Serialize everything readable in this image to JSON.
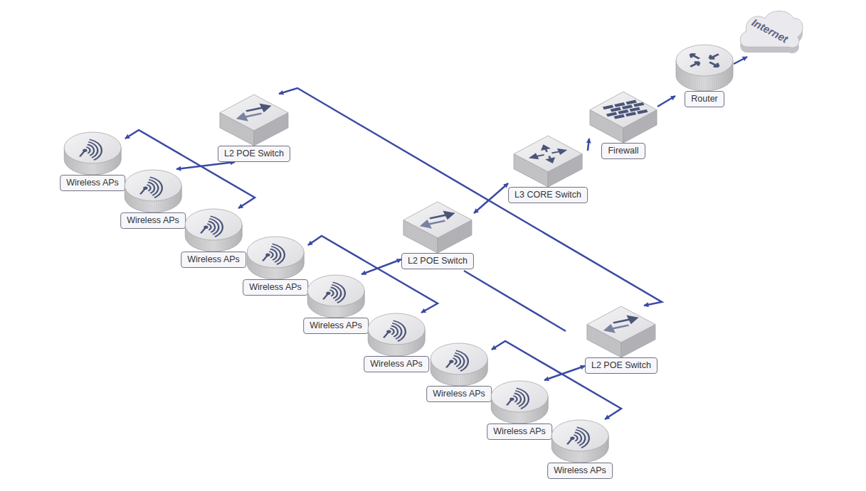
{
  "diagram": {
    "nodes": [
      {
        "text": [
          "Internet"
        ]
      },
      {
        "text": [
          "Router"
        ]
      },
      {
        "text": [
          "Firewall"
        ]
      },
      {
        "text": [
          "L3 CORE Switch"
        ]
      },
      {
        "text": [
          "L2 POE Switch"
        ]
      },
      {
        "text": [
          "Wireless APs"
        ]
      },
      {
        "text": [
          "Wireless APs"
        ]
      },
      {
        "text": [
          "Wireless APs"
        ]
      },
      {
        "text": [
          "L2 POE Switch"
        ]
      },
      {
        "text": [
          "Wireless APs"
        ]
      },
      {
        "text": [
          "Wireless APs"
        ]
      },
      {
        "text": [
          "Wireless APs"
        ]
      },
      {
        "text": [
          "L2 POE Switch"
        ]
      },
      {
        "text": [
          "Wireless APs"
        ]
      },
      {
        "text": [
          "Wireless APs"
        ]
      },
      {
        "text": [
          "Wireless APs"
        ]
      }
    ],
    "edges": [
      {
        "from": 1,
        "to": 0,
        "arrow": "to"
      },
      {
        "from": 2,
        "to": 1,
        "arrow": "to"
      },
      {
        "from": 3,
        "to": 2,
        "arrow": "to"
      },
      {
        "from": 3,
        "to": 8,
        "arrow": "both"
      },
      {
        "from": 4,
        "to": 12,
        "arrow": "both"
      },
      {
        "from": 4,
        "to": 6,
        "arrow": "both"
      },
      {
        "from": 5,
        "to": 7,
        "arrow": "both"
      },
      {
        "from": 8,
        "to": 10,
        "arrow": "both"
      },
      {
        "from": 9,
        "to": 11,
        "arrow": "both"
      },
      {
        "from": 12,
        "to": 14,
        "arrow": "both"
      },
      {
        "from": 13,
        "to": 15,
        "arrow": "both"
      }
    ]
  }
}
